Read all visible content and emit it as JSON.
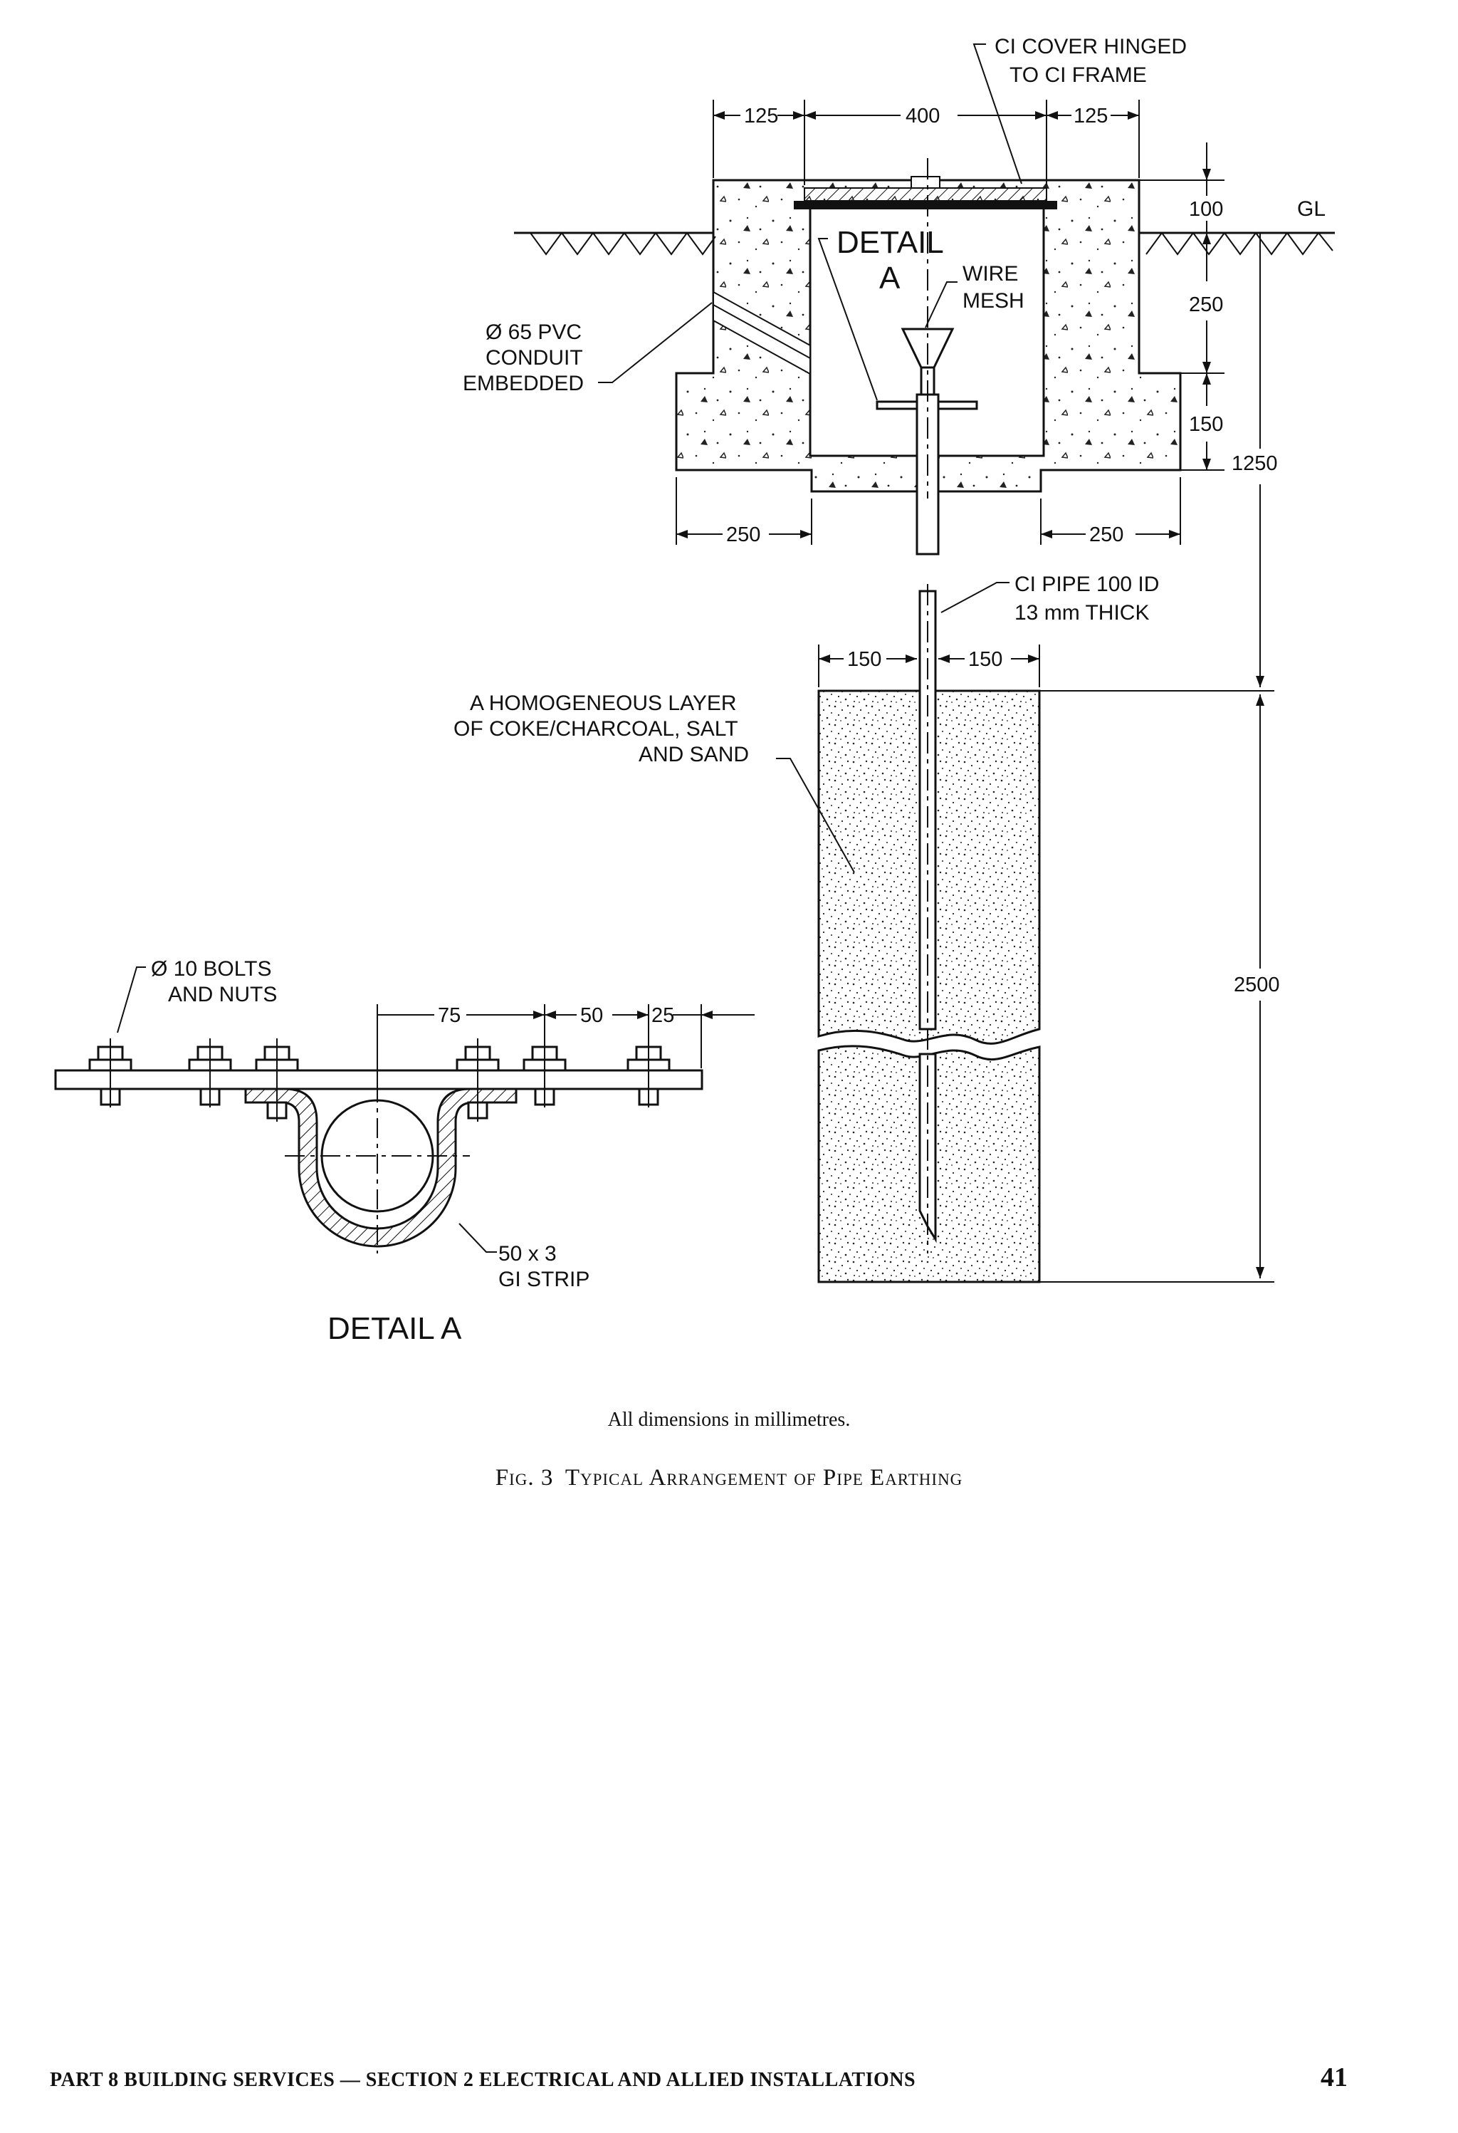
{
  "labels": {
    "cover": [
      "CI COVER HINGED",
      "TO CI FRAME"
    ],
    "gl": "GL",
    "detail_a_ref": [
      "DETAIL",
      "A"
    ],
    "wire_mesh": [
      "WIRE",
      "MESH"
    ],
    "conduit": [
      "Ø 65 PVC",
      "CONDUIT",
      "EMBEDDED"
    ],
    "pipe": [
      "CI PIPE 100 ID",
      "13 mm THICK"
    ],
    "layer": [
      "A HOMOGENEOUS LAYER",
      "OF COKE/CHARCOAL, SALT",
      "AND SAND"
    ],
    "bolts": [
      "Ø 10 BOLTS",
      "AND NUTS"
    ],
    "strip": [
      "50 x 3",
      "GI STRIP"
    ],
    "detail_title": "DETAIL  A"
  },
  "dimensions": {
    "top_left": "125",
    "top_mid": "400",
    "top_right": "125",
    "cover_depth": "100",
    "chamber_depth": "250",
    "base_depth": "150",
    "total_depth": "1250",
    "base_left": "250",
    "base_right": "250",
    "pit_left": "150",
    "pit_right": "150",
    "pit_depth": "2500",
    "detail_75": "75",
    "detail_50": "50",
    "detail_25": "25"
  },
  "caption": {
    "note": "All dimensions in millimetres.",
    "fig_no": "Fig. 3",
    "fig_title": "Typical Arrangement of Pipe Earthing"
  },
  "footer": {
    "running_head": "PART 8 BUILDING SERVICES — SECTION 2 ELECTRICAL AND ALLIED INSTALLATIONS",
    "page_number": "41"
  }
}
